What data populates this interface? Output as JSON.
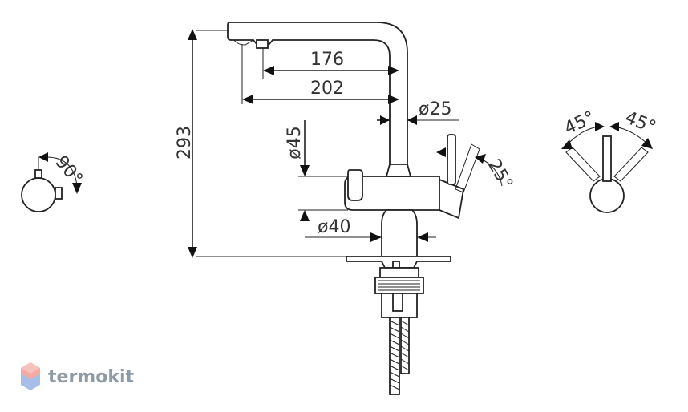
{
  "dimensions": {
    "height_total": "293",
    "spout_reach_inner": "176",
    "spout_reach_outer": "202",
    "spout_diameter": "ø25",
    "body_diameter": "ø45",
    "base_diameter": "ø40",
    "lever_angle": "25°",
    "side_rotation": "90°",
    "swing_left": "45°",
    "swing_right": "45°"
  },
  "watermark": {
    "text": "termokit"
  },
  "colors": {
    "line": "#222222",
    "text": "#333333",
    "logo_gray": "#8e9aa6"
  }
}
